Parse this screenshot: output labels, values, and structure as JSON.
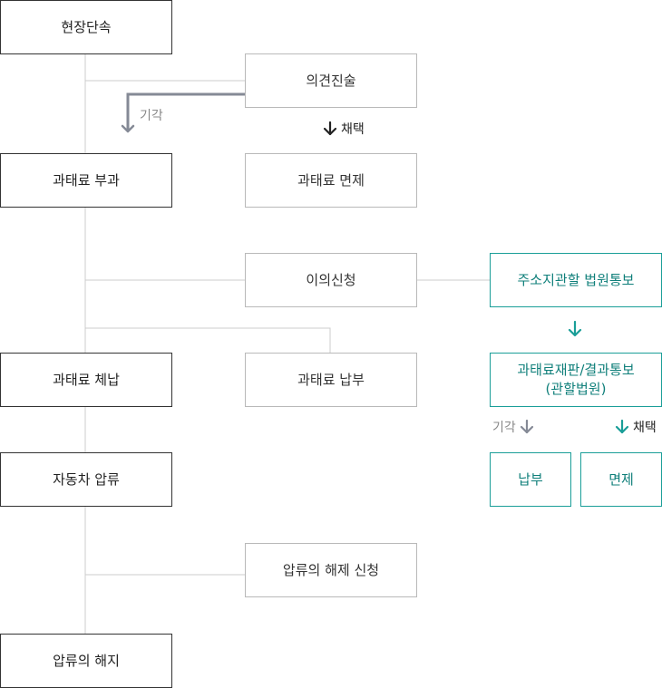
{
  "main_flow": {
    "on_site": "현장단속",
    "fine_imposed": "과태료 부과",
    "fine_overdue": "과태료 체납",
    "vehicle_seizure": "자동차 압류",
    "seizure_release": "압류의 해지"
  },
  "side_flow": {
    "opinion_statement": "의견진술",
    "fine_exemption": "과태료 면제",
    "objection": "이의신청",
    "fine_payment": "과태료 납부",
    "seizure_release_request": "압류의 해제 신청"
  },
  "court_flow": {
    "court_notice": "주소지관할 법원통보",
    "court_trial_line1": "과태료재판/결과통보",
    "court_trial_line2": "(관할법원)",
    "payment": "납부",
    "exemption": "면제"
  },
  "labels": {
    "rejected": "기각",
    "adopted": "채택"
  },
  "colors": {
    "main_border": "#333333",
    "side_border": "#b9b9b9",
    "teal": "#1a9e98",
    "teal_text": "#0f7f7a",
    "connector": "#cccccc",
    "rejected_arrow": "#858a96",
    "adopted_arrow": "#222222"
  }
}
